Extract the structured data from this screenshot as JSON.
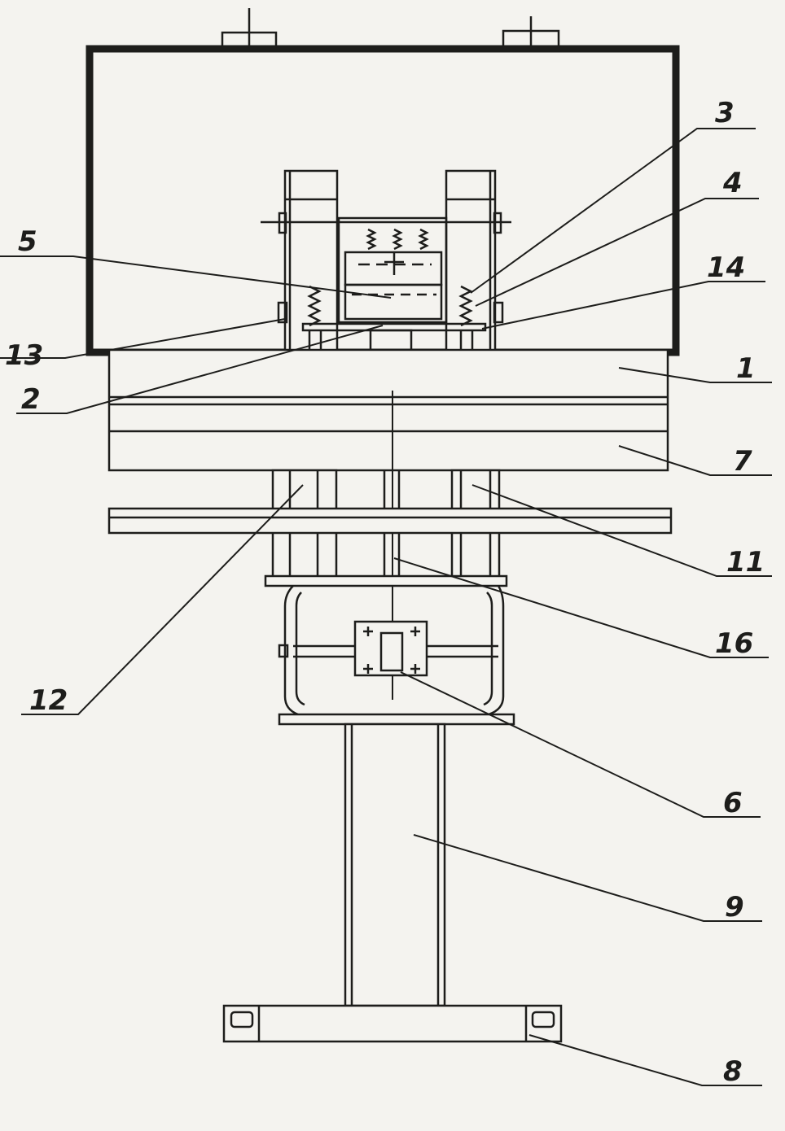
{
  "labels": {
    "l1": "1",
    "l2": "2",
    "l3": "3",
    "l4": "4",
    "l5": "5",
    "l6": "6",
    "l7": "7",
    "l8": "8",
    "l9": "9",
    "l11": "11",
    "l12": "12",
    "l13": "13",
    "l14": "14",
    "l16": "16"
  },
  "colors": {
    "paper": "#f4f3ef",
    "ink": "#1d1d1b"
  }
}
